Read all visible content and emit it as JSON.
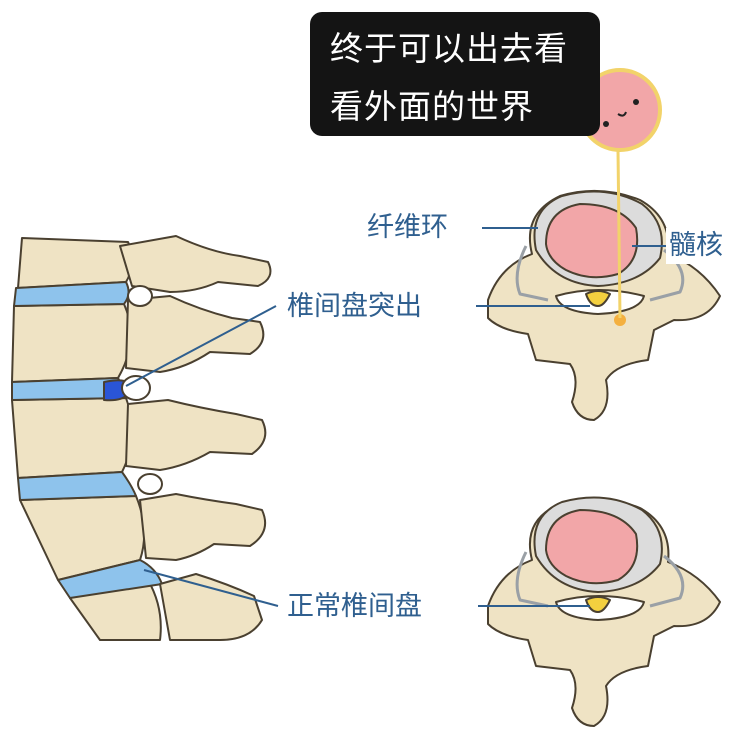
{
  "speech_bubble": {
    "line1": "终于可以出去看",
    "line2": "看外面的世界"
  },
  "labels": {
    "annulus": "纤维环",
    "nucleus": "髓核",
    "herniated_disc": "椎间盘突出",
    "normal_disc": "正常椎间盘"
  },
  "colors": {
    "bone": "#efe3c4",
    "bone_shadow": "#d8c79c",
    "outline": "#4a4030",
    "disc_blue": "#8ec3ec",
    "disc_herniation": "#2a55d6",
    "nucleus_pink": "#f2a6a8",
    "annulus_gray": "#dcdcdc",
    "label_text": "#2f5f8f",
    "callout_line": "#2f5f8f",
    "bubble_bg": "#141414",
    "nerve_yellow": "#f4d03f"
  }
}
